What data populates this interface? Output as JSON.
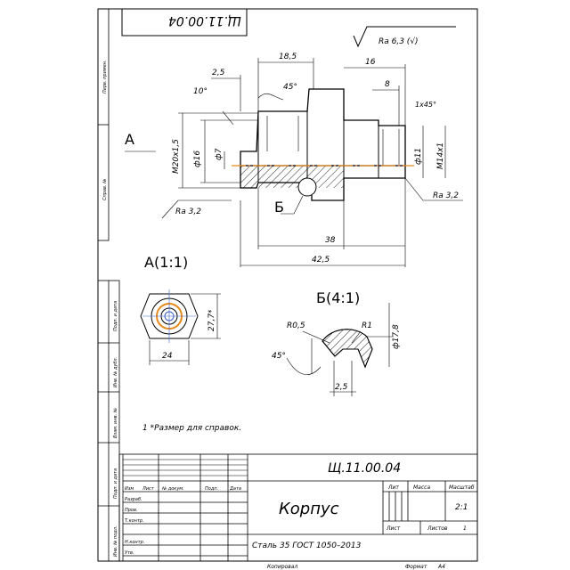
{
  "stamp_code": "Щ.11.00.04",
  "roughness": {
    "general": "Ra 6,3 (√)",
    "outer": "Ra 3,2",
    "thread": "Ra 3,2"
  },
  "view_a_arrow": "А",
  "dims": {
    "d18_5": "18,5",
    "d2_5": "2,5",
    "d10": "10°",
    "d45": "45°",
    "d16": "16",
    "d8": "8",
    "chamfer": "1х45°",
    "m20": "M20х1,5",
    "phi16": "ф16",
    "phi7": "ф7",
    "phi11": "ф11",
    "m14": "M14х1",
    "d38": "38",
    "d42_5": "42,5",
    "section_b": "Б"
  },
  "view_a": {
    "title": "А(1:1)",
    "d24": "24",
    "d27": "27,7*"
  },
  "view_b": {
    "title": "Б(4:1)",
    "r05": "R0,5",
    "r1": "R1",
    "phi17": "ф17,8",
    "a45": "45°",
    "d25": "2,5"
  },
  "note": "1  *Размер для справок.",
  "left_strip": {
    "perv": "Перв. примен.",
    "sprav": "Справ. №",
    "podp1": "Подп. и дата",
    "inv_dubl": "Инв. № дубл.",
    "vzam": "Взам. инв. №",
    "podp2": "Подп. и дата",
    "inv_podl": "Инв. № подл."
  },
  "title_block": {
    "code": "Щ.11.00.04",
    "name": "Корпус",
    "material": "Сталь 35  ГОСТ 1050–2013",
    "h_lit": "Лит",
    "h_massa": "Масса",
    "h_masshtab": "Масштаб",
    "scale": "2:1",
    "list": "Лист",
    "listov": "Листов",
    "listov_val": "1",
    "row_izm": "Изм",
    "row_list": "Лист",
    "row_ndok": "№ докум.",
    "row_podp": "Подп.",
    "row_data": "Дата",
    "razrab": "Разраб.",
    "prov": "Пров.",
    "tkontr": "Т.контр.",
    "nkontr": "Н.контр.",
    "utv": "Утв.",
    "kopiroval": "Копировал",
    "format": "Формат",
    "format_val": "А4"
  },
  "colors": {
    "line": "#000000",
    "axis": "#e8891a",
    "hatch": "#000000"
  }
}
